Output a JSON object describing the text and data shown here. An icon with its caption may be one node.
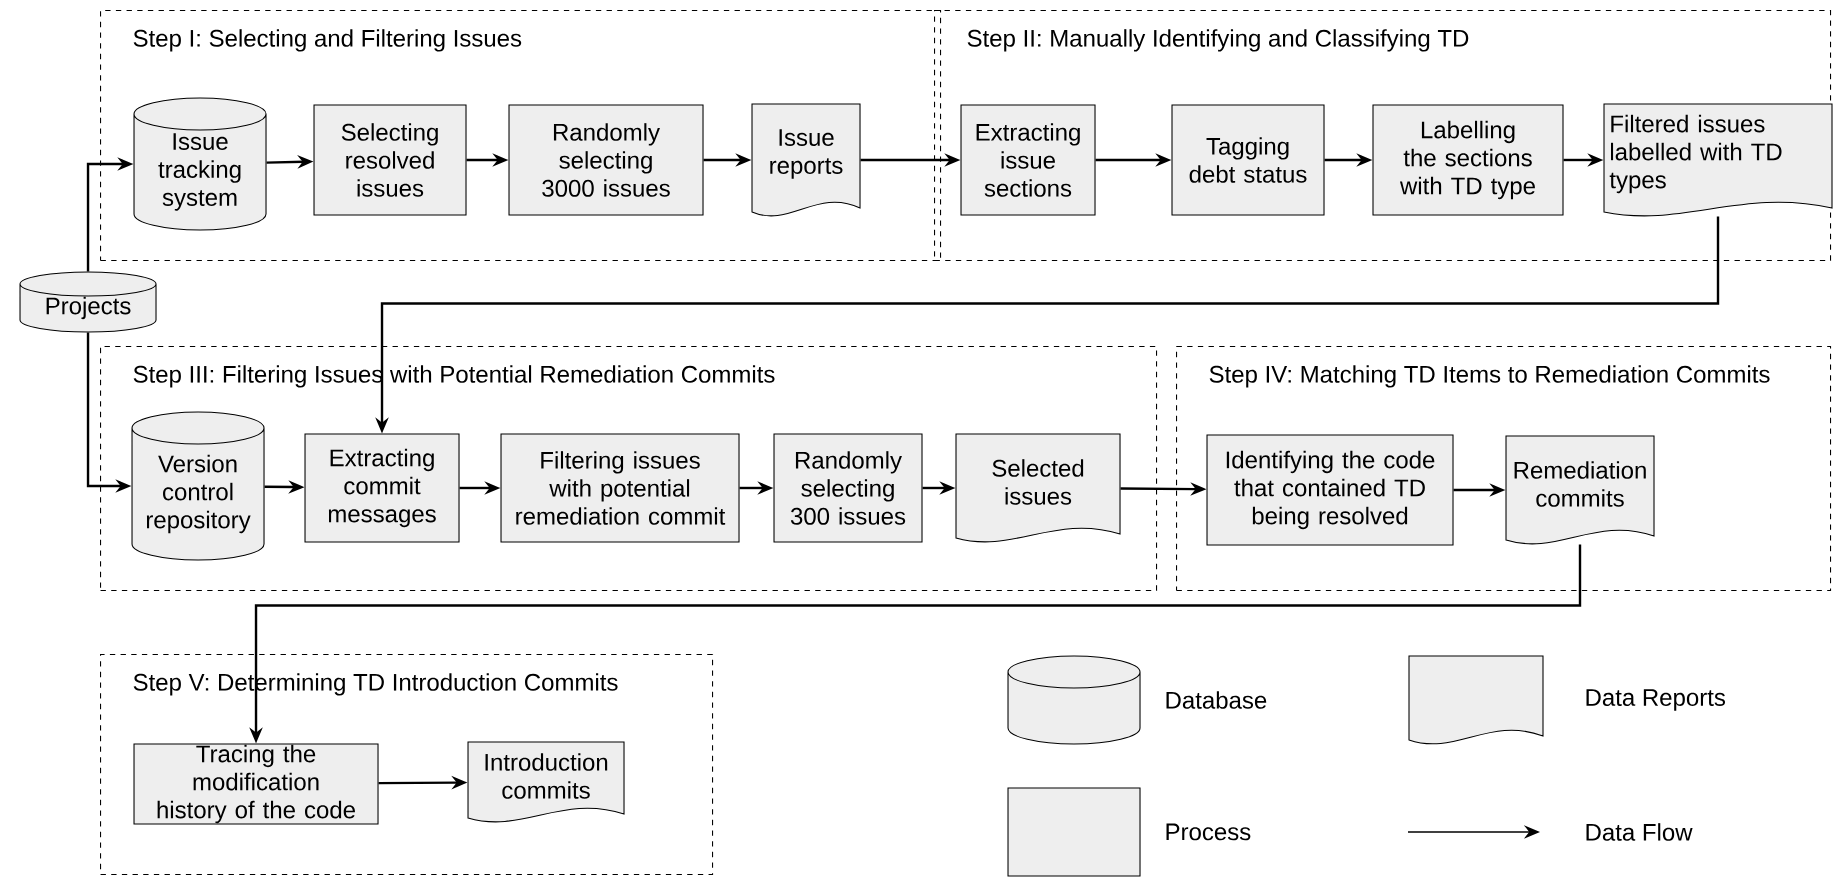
{
  "diagram": {
    "nodes": [
      {
        "text": [
          "Step I: Selecting and Filtering Issues"
        ]
      },
      {
        "text": [
          "Issue tracking system"
        ],
        "in": 0
      },
      {
        "text": [
          "Selecting resolved issues"
        ],
        "in": 0
      },
      {
        "text": [
          "Randomly selecting 3000 issues"
        ],
        "in": 0
      },
      {
        "text": [
          "Issue reports"
        ],
        "in": 0
      },
      {
        "text": [
          "Step II: Manually Identifying and Classifying TD"
        ]
      },
      {
        "text": [
          "Extracting issue sections"
        ],
        "in": 5
      },
      {
        "text": [
          "Tagging debt status"
        ],
        "in": 5
      },
      {
        "text": [
          "Labelling the sections with TD type"
        ],
        "in": 5
      },
      {
        "text": [
          "Filtered issues labelled with TD types"
        ],
        "in": 5
      },
      {
        "text": [
          "Projects"
        ]
      },
      {
        "text": [
          "Step III: Filtering Issues with Potential Remediation Commits"
        ]
      },
      {
        "text": [
          "Version control repository"
        ],
        "in": 11
      },
      {
        "text": [
          "Extracting commit messages"
        ],
        "in": 11
      },
      {
        "text": [
          "Filtering issues with potential remediation commit"
        ],
        "in": 11
      },
      {
        "text": [
          "Randomly selecting 300 issues"
        ],
        "in": 11
      },
      {
        "text": [
          "Selected issues"
        ],
        "in": 11
      },
      {
        "text": [
          "Step IV: Matching TD Items to Remediation Commits"
        ]
      },
      {
        "text": [
          "Identifying the code that contained TD being resolved"
        ],
        "in": 17
      },
      {
        "text": [
          "Remediation commits"
        ],
        "in": 17
      },
      {
        "text": [
          "Step V: Determining TD Introduction Commits"
        ]
      },
      {
        "text": [
          "Tracing the modification history of the code"
        ],
        "in": 20
      },
      {
        "text": [
          "Introduction commits"
        ],
        "in": 20
      }
    ],
    "edges": [
      {
        "from": 10,
        "to": 1,
        "arrow": "to"
      },
      {
        "from": 1,
        "to": 2,
        "arrow": "to"
      },
      {
        "from": 2,
        "to": 3,
        "arrow": "to"
      },
      {
        "from": 3,
        "to": 4,
        "arrow": "to"
      },
      {
        "from": 4,
        "to": 6,
        "arrow": "to"
      },
      {
        "from": 6,
        "to": 7,
        "arrow": "to"
      },
      {
        "from": 7,
        "to": 8,
        "arrow": "to"
      },
      {
        "from": 8,
        "to": 9,
        "arrow": "to"
      },
      {
        "from": 9,
        "to": 13,
        "arrow": "to"
      },
      {
        "from": 10,
        "to": 12,
        "arrow": "to"
      },
      {
        "from": 12,
        "to": 13,
        "arrow": "to"
      },
      {
        "from": 13,
        "to": 14,
        "arrow": "to"
      },
      {
        "from": 14,
        "to": 15,
        "arrow": "to"
      },
      {
        "from": 15,
        "to": 16,
        "arrow": "to"
      },
      {
        "from": 16,
        "to": 18,
        "arrow": "to"
      },
      {
        "from": 18,
        "to": 19,
        "arrow": "to"
      },
      {
        "from": 19,
        "to": 21,
        "arrow": "to"
      },
      {
        "from": 21,
        "to": 22,
        "arrow": "to"
      }
    ],
    "legend": [
      {
        "text": "Database"
      },
      {
        "text": "Data Reports"
      },
      {
        "text": "Process"
      },
      {
        "text": "Data Flow"
      }
    ]
  }
}
